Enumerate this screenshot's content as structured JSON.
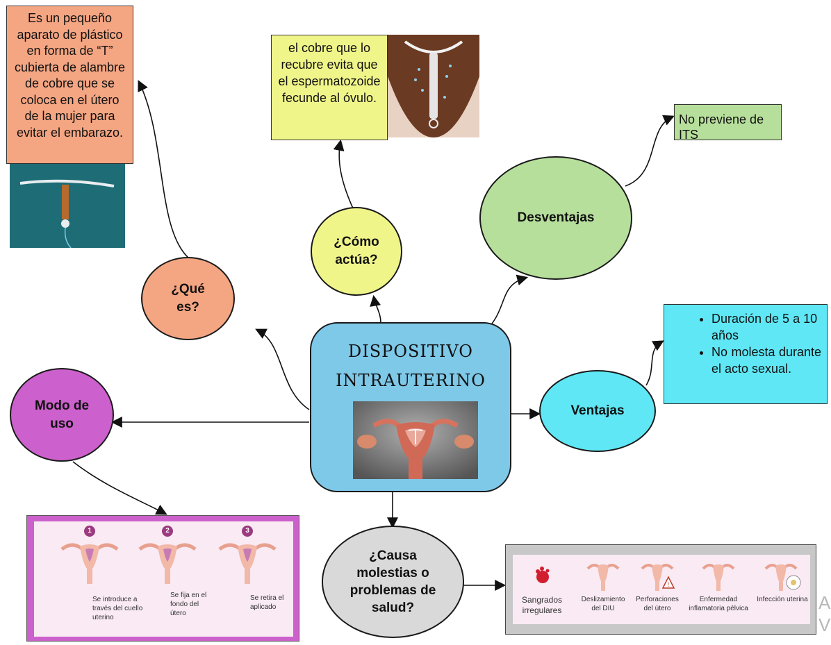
{
  "central": {
    "line1": "DISPOSITIVO",
    "line2": "INTRAUTERINO"
  },
  "nodes": {
    "que_es": "¿Qué es?",
    "como_actua": "¿Cómo actúa?",
    "desventajas": "Desventajas",
    "ventajas": "Ventajas",
    "modo_uso": "Modo de uso",
    "causa": "¿Causa molestias o problemas de salud?"
  },
  "boxes": {
    "que_es_text": "Es un pequeño aparato de plástico en forma de “T” cubierta de alambre de cobre que se coloca en el útero de la mujer para evitar el embarazo.",
    "como_actua_text": "el cobre que lo recubre evita que el espermatozoide fecunde al óvulo.",
    "desventajas_text": "No previene de ITS",
    "ventajas_items": [
      "Duración de 5 a 10 años",
      "No molesta durante el acto sexual."
    ]
  },
  "modo_uso_steps": [
    {
      "num": "1",
      "caption": "Se introduce a través del cuello uterino"
    },
    {
      "num": "2",
      "caption": "Se fija en el fondo del útero"
    },
    {
      "num": "3",
      "caption": "Se retira el aplicado"
    }
  ],
  "problemas": [
    {
      "label": "Sangrados irregulares"
    },
    {
      "label": "Deslizamiento del DIU"
    },
    {
      "label": "Perforaciones del útero"
    },
    {
      "label": "Enfermedad inflamatoria pélvica"
    },
    {
      "label": "Infección uterina"
    }
  ],
  "watermark": "A\nV",
  "colors": {
    "que_es": "#f4a582",
    "como_actua": "#f0f58a",
    "desventajas": "#b7df9c",
    "ventajas": "#5fe7f5",
    "modo_uso": "#cc60cc",
    "causa": "#d9d9d9",
    "central": "#7ec8e8"
  }
}
